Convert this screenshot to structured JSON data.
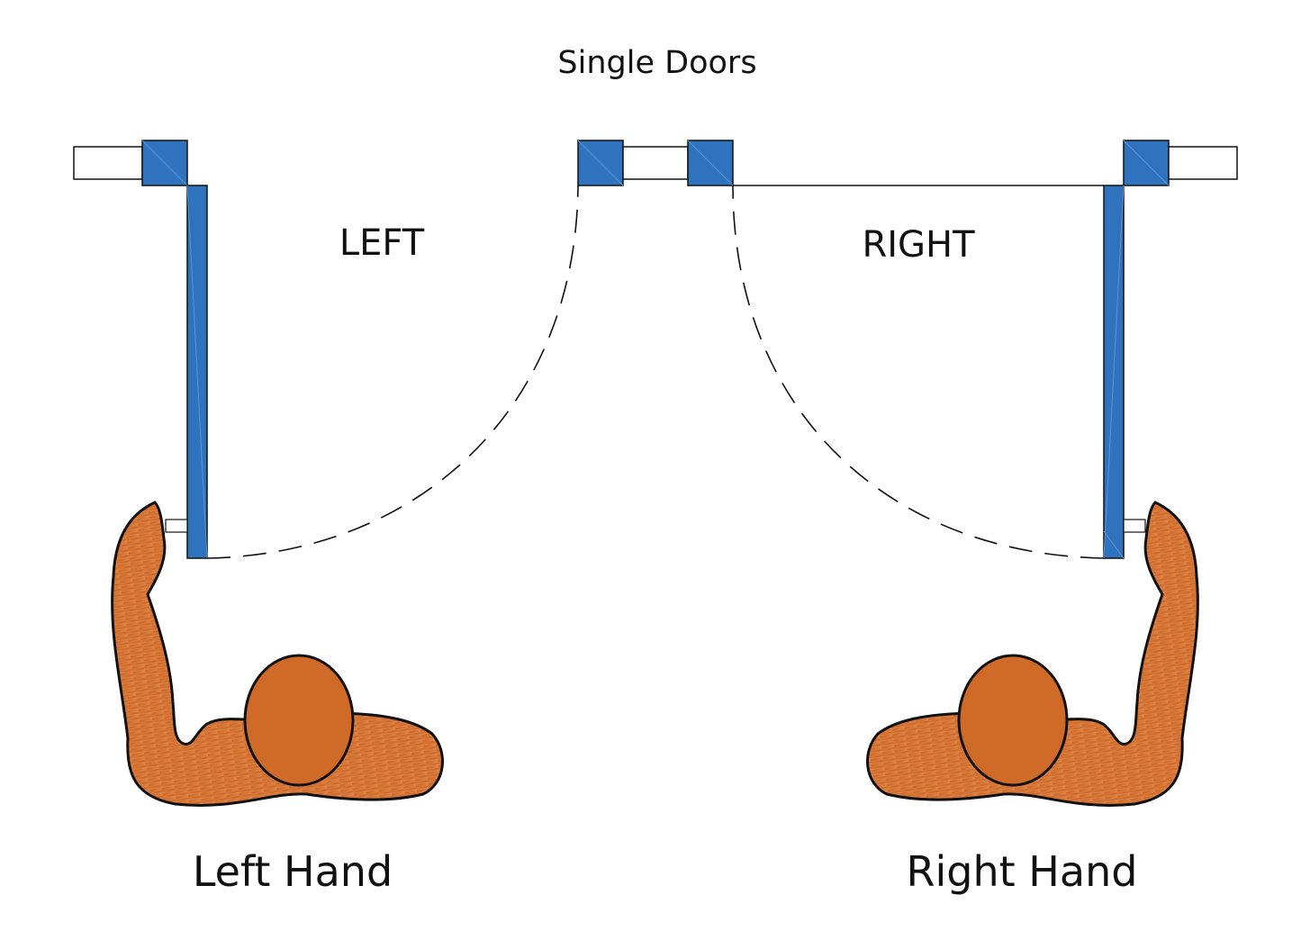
{
  "diagram": {
    "title": "Single Doors",
    "left": {
      "direction_label": "LEFT",
      "hand_label": "Left Hand"
    },
    "right": {
      "direction_label": "RIGHT",
      "hand_label": "Right Hand"
    }
  },
  "colors": {
    "door_blue": "#2f73be",
    "door_blue_dark": "#1f5a9e",
    "skin_orange": "#d2692a",
    "skin_light": "#dd8a4d",
    "outline": "#111111"
  }
}
